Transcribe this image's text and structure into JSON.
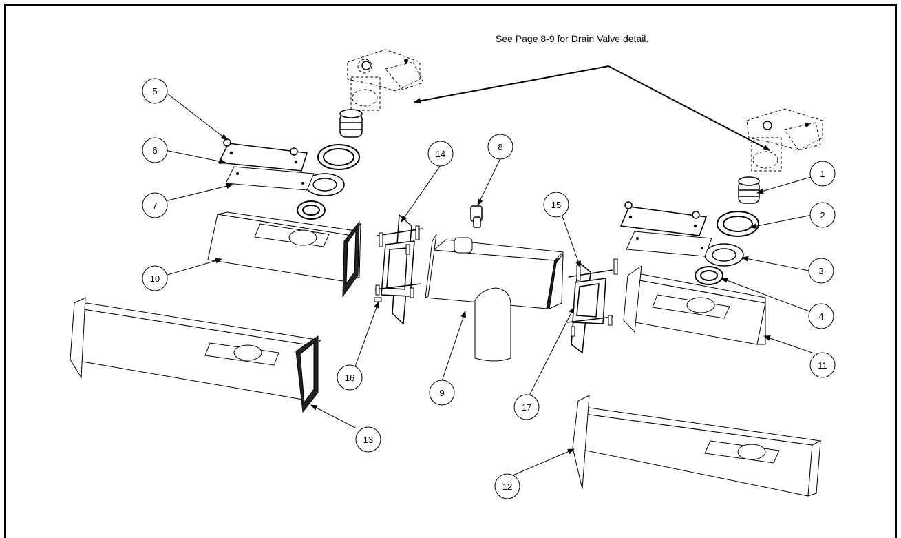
{
  "note": "See Page 8-9 for Drain Valve detail.",
  "callouts": [
    "1",
    "2",
    "3",
    "4",
    "5",
    "6",
    "7",
    "8",
    "9",
    "10",
    "11",
    "12",
    "13",
    "14",
    "15",
    "16",
    "17"
  ],
  "colors": {
    "line": "#000000",
    "fill": "#ffffff",
    "dark": "#222222"
  }
}
